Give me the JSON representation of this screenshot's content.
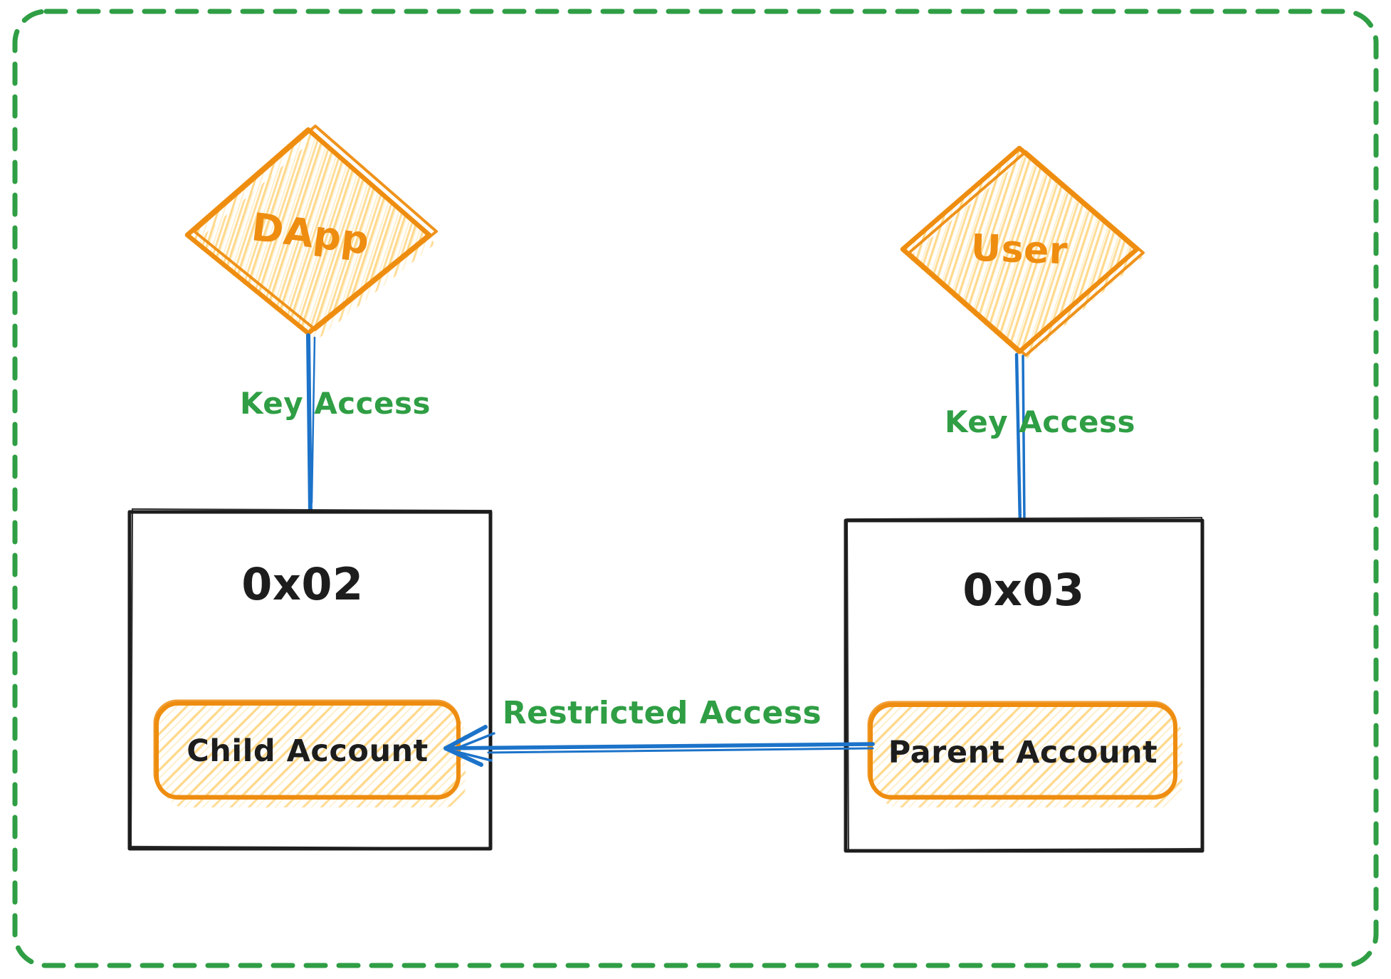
{
  "canvas": {
    "background": "#ffffff",
    "frame_color": "#2f9e44"
  },
  "colors": {
    "green": "#2f9e44",
    "orange": "#ee8d10",
    "hatch_yellow": "#ffd98c",
    "hatch_yellow_light": "#fff0cf",
    "blue": "#1c73c9",
    "black": "#1d1d1d"
  },
  "nodes": {
    "dapp": {
      "label": "DApp",
      "shape": "diamond",
      "stroke": "#ee8d10",
      "text_color": "#ee8d10"
    },
    "user": {
      "label": "User",
      "shape": "diamond",
      "stroke": "#ee8d10",
      "text_color": "#ee8d10"
    },
    "wallet_0x02": {
      "label": "0x02",
      "shape": "rectangle",
      "stroke": "#1d1d1d",
      "text_color": "#1d1d1d"
    },
    "wallet_0x03": {
      "label": "0x03",
      "shape": "rectangle",
      "stroke": "#1d1d1d",
      "text_color": "#1d1d1d"
    },
    "child_account": {
      "label": "Child Account",
      "shape": "rounded-rectangle",
      "stroke": "#ee8d10",
      "text_color": "#1d1d1d"
    },
    "parent_account": {
      "label": "Parent Account",
      "shape": "rounded-rectangle",
      "stroke": "#ee8d10",
      "text_color": "#1d1d1d"
    }
  },
  "edges": {
    "dapp_key_access": {
      "label": "Key Access",
      "color": "#1c73c9",
      "label_color": "#2f9e44",
      "from": "DApp",
      "to": "0x02"
    },
    "user_key_access": {
      "label": "Key Access",
      "color": "#1c73c9",
      "label_color": "#2f9e44",
      "from": "User",
      "to": "0x03"
    },
    "restricted_access": {
      "label": "Restricted Access",
      "color": "#1c73c9",
      "label_color": "#2f9e44",
      "from": "Parent Account",
      "to": "Child Account"
    }
  }
}
